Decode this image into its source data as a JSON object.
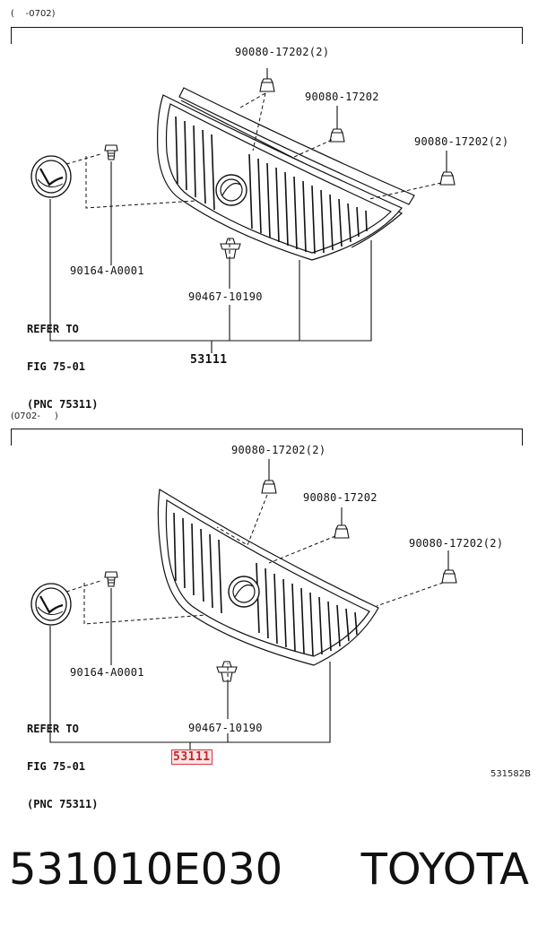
{
  "diagrams": [
    {
      "range": "(    -0702)",
      "labels": {
        "clip_top": "90080-17202(2)",
        "clip_mid": "90080-17202",
        "clip_right": "90080-17202(2)",
        "screw": "90164-A0001",
        "clip_bottom": "90467-10190",
        "refer_line1": "REFER TO",
        "refer_line2": "FIG 75-01",
        "refer_line3": "(PNC 75311)",
        "assembly": "53111"
      }
    },
    {
      "range": "(0702-     )",
      "labels": {
        "clip_top": "90080-17202(2)",
        "clip_mid": "90080-17202",
        "clip_right": "90080-17202(2)",
        "screw": "90164-A0001",
        "clip_bottom": "90467-10190",
        "refer_line1": "REFER TO",
        "refer_line2": "FIG 75-01",
        "refer_line3": "(PNC 75311)",
        "assembly": "53111"
      }
    }
  ],
  "figure_code": "531582B",
  "footer": {
    "part_number": "531010E030",
    "brand": "TOYOTA"
  },
  "icons": {
    "emblem": "lexus-emblem-icon",
    "grille": "radiator-grille-icon",
    "clip": "clip-fastener-icon",
    "screw": "screw-icon",
    "retainer": "push-retainer-icon"
  },
  "colors": {
    "line": "#111111",
    "highlight_text": "#c0262c",
    "highlight_fill": "#fde3e4"
  }
}
